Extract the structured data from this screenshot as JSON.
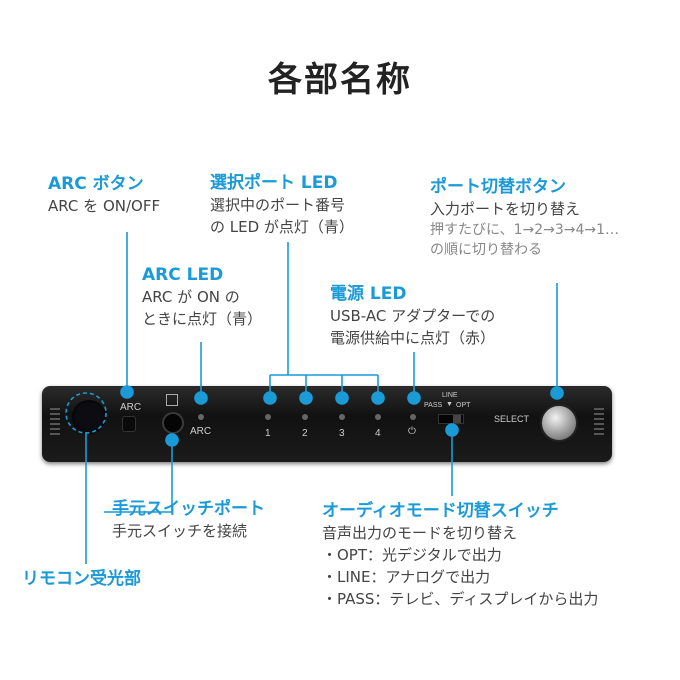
{
  "title": "各部名称",
  "labels": {
    "arc_button": {
      "title": "ARC ボタン",
      "desc": [
        "ARC を ON/OFF"
      ]
    },
    "arc_led": {
      "title": "ARC LED",
      "desc": [
        "ARC が ON の",
        "ときに点灯（青）"
      ]
    },
    "port_led": {
      "title": "選択ポート LED",
      "desc": [
        "選択中のポート番号",
        "の LED が点灯（青）"
      ]
    },
    "power_led": {
      "title": "電源 LED",
      "desc": [
        "USB-AC アダプターでの",
        "電源供給中に点灯（赤）"
      ]
    },
    "port_switch": {
      "title": "ポート切替ボタン",
      "desc": [
        "入力ポートを切り替え"
      ],
      "note": [
        "押すたびに、1→2→3→4→1…",
        "の順に切り替わる"
      ]
    },
    "hand_switch_port": {
      "title": "手元スイッチポート",
      "desc": [
        "手元スイッチを接続"
      ]
    },
    "audio_mode_switch": {
      "title": "オーディオモード切替スイッチ",
      "desc": [
        "音声出力のモードを切り替え",
        "・OPT：光デジタルで出力",
        "・LINE：アナログで出力",
        "・PASS：テレビ、ディスプレイから出力"
      ]
    },
    "remote_receiver": {
      "title": "リモコン受光部"
    }
  },
  "device": {
    "arc_label": "ARC",
    "arc_led_label": "ARC",
    "ports": [
      "1",
      "2",
      "3",
      "4"
    ],
    "power_symbol": "⏻",
    "mode_line": "LINE",
    "mode_pass": "PASS",
    "mode_opt": "OPT",
    "mode_arrow": "▼",
    "select_label": "SELECT"
  },
  "colors": {
    "accent": "#1a9ad6",
    "leader": "#1a9ad6"
  }
}
